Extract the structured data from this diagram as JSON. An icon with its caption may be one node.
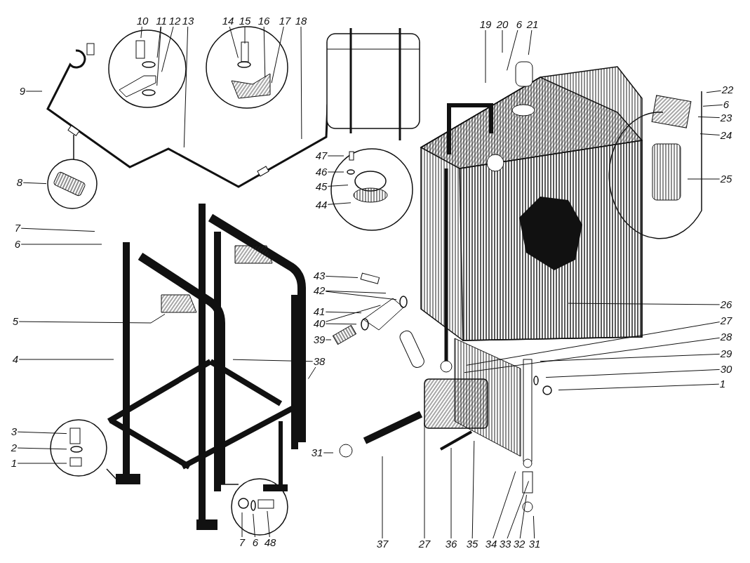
{
  "diagram": {
    "nodes": [
      {
        "text": [
          "10"
        ]
      },
      {
        "text": [
          "11"
        ]
      },
      {
        "text": [
          "12"
        ]
      },
      {
        "text": [
          "13"
        ]
      },
      {
        "text": [
          "14"
        ]
      },
      {
        "text": [
          "15"
        ]
      },
      {
        "text": [
          "16"
        ]
      },
      {
        "text": [
          "17"
        ]
      },
      {
        "text": [
          "18"
        ]
      },
      {
        "text": [
          "19"
        ]
      },
      {
        "text": [
          "20"
        ]
      },
      {
        "text": [
          "6"
        ]
      },
      {
        "text": [
          "21"
        ]
      },
      {
        "text": [
          "22"
        ]
      },
      {
        "text": [
          "6"
        ]
      },
      {
        "text": [
          "23"
        ]
      },
      {
        "text": [
          "24"
        ]
      },
      {
        "text": [
          "9"
        ]
      },
      {
        "text": [
          "47"
        ]
      },
      {
        "text": [
          "46"
        ]
      },
      {
        "text": [
          "45"
        ]
      },
      {
        "text": [
          "44"
        ]
      },
      {
        "text": [
          "25"
        ]
      },
      {
        "text": [
          "8"
        ]
      },
      {
        "text": [
          "7"
        ]
      },
      {
        "text": [
          "6"
        ]
      },
      {
        "text": [
          "43"
        ]
      },
      {
        "text": [
          "42"
        ]
      },
      {
        "text": [
          "41"
        ]
      },
      {
        "text": [
          "40"
        ]
      },
      {
        "text": [
          "26"
        ]
      },
      {
        "text": [
          "5"
        ]
      },
      {
        "text": [
          "27"
        ]
      },
      {
        "text": [
          "39"
        ]
      },
      {
        "text": [
          "28"
        ]
      },
      {
        "text": [
          "29"
        ]
      },
      {
        "text": [
          "4"
        ]
      },
      {
        "text": [
          "38"
        ]
      },
      {
        "text": [
          "30"
        ]
      },
      {
        "text": [
          "1"
        ]
      },
      {
        "text": [
          "3"
        ]
      },
      {
        "text": [
          "2"
        ]
      },
      {
        "text": [
          "31"
        ]
      },
      {
        "text": [
          "1"
        ]
      },
      {
        "text": [
          "7"
        ]
      },
      {
        "text": [
          "6"
        ]
      },
      {
        "text": [
          "48"
        ]
      },
      {
        "text": [
          "37"
        ]
      },
      {
        "text": [
          "27"
        ]
      },
      {
        "text": [
          "36"
        ]
      },
      {
        "text": [
          "35"
        ]
      },
      {
        "text": [
          "34"
        ]
      },
      {
        "text": [
          "33"
        ]
      },
      {
        "text": [
          "32"
        ]
      },
      {
        "text": [
          "31"
        ]
      }
    ],
    "edges": [
      {
        "from": 0,
        "to": null,
        "arrow": "none"
      },
      {
        "from": 1,
        "to": null,
        "arrow": "none"
      },
      {
        "from": 1,
        "to": null,
        "arrow": "none"
      },
      {
        "from": 2,
        "to": null,
        "arrow": "none"
      },
      {
        "from": 3,
        "to": null,
        "arrow": "none"
      },
      {
        "from": 4,
        "to": null,
        "arrow": "none"
      },
      {
        "from": 5,
        "to": null,
        "arrow": "none"
      },
      {
        "from": 6,
        "to": null,
        "arrow": "none"
      },
      {
        "from": 7,
        "to": null,
        "arrow": "none"
      },
      {
        "from": 8,
        "to": null,
        "arrow": "none"
      },
      {
        "from": 9,
        "to": null,
        "arrow": "none"
      },
      {
        "from": 10,
        "to": null,
        "arrow": "none"
      },
      {
        "from": 11,
        "to": null,
        "arrow": "none"
      },
      {
        "from": 12,
        "to": null,
        "arrow": "none"
      },
      {
        "from": 13,
        "to": null,
        "arrow": "none"
      },
      {
        "from": 14,
        "to": null,
        "arrow": "none"
      },
      {
        "from": 15,
        "to": null,
        "arrow": "none"
      },
      {
        "from": 16,
        "to": null,
        "arrow": "none"
      },
      {
        "from": 17,
        "to": null,
        "arrow": "none"
      },
      {
        "from": 18,
        "to": null,
        "arrow": "none"
      },
      {
        "from": 19,
        "to": null,
        "arrow": "none"
      },
      {
        "from": 20,
        "to": null,
        "arrow": "none"
      },
      {
        "from": 21,
        "to": null,
        "arrow": "none"
      },
      {
        "from": 22,
        "to": null,
        "arrow": "none"
      },
      {
        "from": 23,
        "to": null,
        "arrow": "none"
      },
      {
        "from": 24,
        "to": null,
        "arrow": "none"
      },
      {
        "from": 25,
        "to": null,
        "arrow": "none"
      },
      {
        "from": 26,
        "to": null,
        "arrow": "none"
      },
      {
        "from": 27,
        "to": null,
        "arrow": "none"
      },
      {
        "from": 27,
        "to": null,
        "arrow": "none"
      },
      {
        "from": 28,
        "to": null,
        "arrow": "none"
      },
      {
        "from": 29,
        "to": null,
        "arrow": "none"
      },
      {
        "from": 29,
        "to": null,
        "arrow": "none"
      },
      {
        "from": 30,
        "to": null,
        "arrow": "none"
      },
      {
        "from": 31,
        "to": null,
        "arrow": "none"
      },
      {
        "from": 32,
        "to": null,
        "arrow": "none"
      },
      {
        "from": 33,
        "to": null,
        "arrow": "none"
      },
      {
        "from": 34,
        "to": null,
        "arrow": "none"
      },
      {
        "from": 35,
        "to": null,
        "arrow": "none"
      },
      {
        "from": 36,
        "to": null,
        "arrow": "none"
      },
      {
        "from": 37,
        "to": null,
        "arrow": "none"
      },
      {
        "from": 37,
        "to": null,
        "arrow": "none"
      },
      {
        "from": 38,
        "to": null,
        "arrow": "none"
      },
      {
        "from": 39,
        "to": null,
        "arrow": "none"
      },
      {
        "from": 40,
        "to": null,
        "arrow": "none"
      },
      {
        "from": 41,
        "to": null,
        "arrow": "none"
      },
      {
        "from": 42,
        "to": null,
        "arrow": "none"
      },
      {
        "from": 43,
        "to": null,
        "arrow": "none"
      },
      {
        "from": 44,
        "to": null,
        "arrow": "none"
      },
      {
        "from": 45,
        "to": null,
        "arrow": "none"
      },
      {
        "from": 46,
        "to": null,
        "arrow": "none"
      },
      {
        "from": 47,
        "to": null,
        "arrow": "none"
      },
      {
        "from": 48,
        "to": null,
        "arrow": "none"
      },
      {
        "from": 49,
        "to": null,
        "arrow": "none"
      },
      {
        "from": 50,
        "to": null,
        "arrow": "none"
      },
      {
        "from": 51,
        "to": null,
        "arrow": "none"
      },
      {
        "from": 52,
        "to": null,
        "arrow": "none"
      },
      {
        "from": 53,
        "to": null,
        "arrow": "none"
      },
      {
        "from": 54,
        "to": null,
        "arrow": "none"
      }
    ]
  }
}
